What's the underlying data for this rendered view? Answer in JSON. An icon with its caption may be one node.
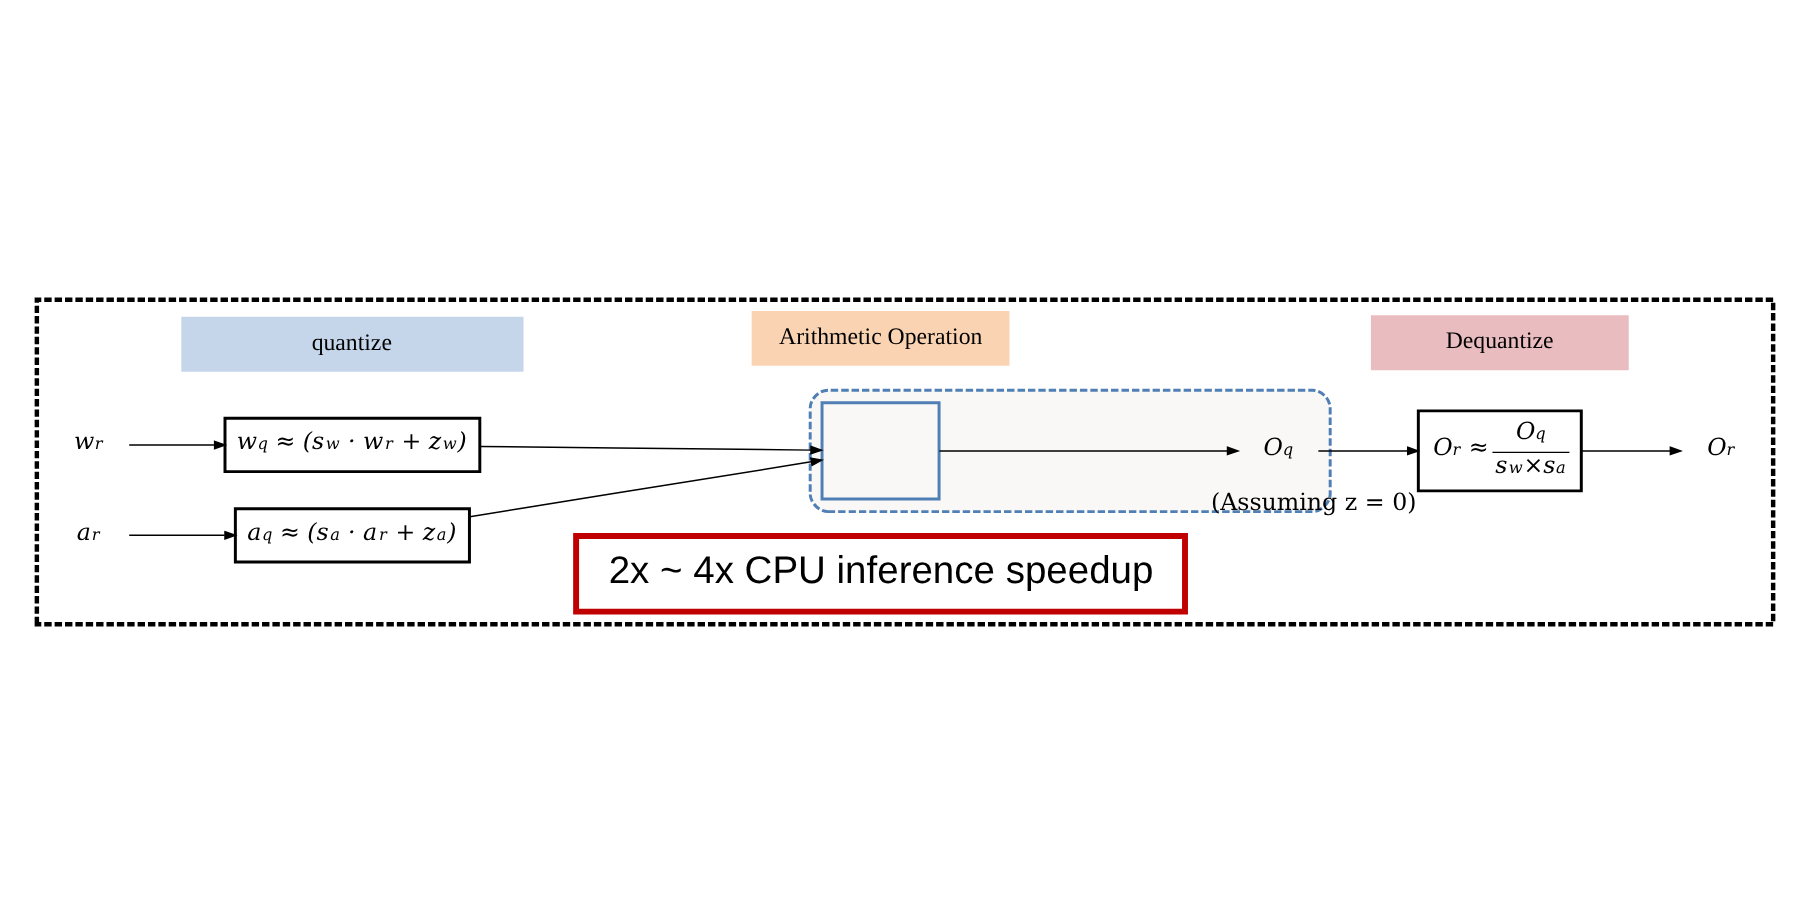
{
  "diagram": {
    "nodes": [
      {
        "text": [],
        "shape": "box"
      },
      {
        "text": [
          "quantize"
        ],
        "in": 0
      },
      {
        "text": [
          "Arithmetic Operation"
        ],
        "in": 0
      },
      {
        "text": [
          "Dequantize"
        ],
        "in": 0
      },
      {
        "text": [
          "w$_{r}$"
        ],
        "in": 0
      },
      {
        "text": [
          "w$_{q}$ ≈ (s$_{w}$ · w$_{r}$ + z$_{w}$)"
        ],
        "in": 0
      },
      {
        "text": [
          "a$_{r}$"
        ],
        "in": 0
      },
      {
        "text": [
          "a$_{q}$ ≈ (s$_{a}$ · a$_{r}$ + z$_{a}$)"
        ],
        "in": 0
      },
      {
        "text": [],
        "shape": "box",
        "in": 0
      },
      {
        "text": [],
        "shape": "box",
        "in": 8
      },
      {
        "text": [
          "O$_{q}$"
        ],
        "in": 8
      },
      {
        "text": [
          "O$_{r}$ ≈",
          "O$_{q}$",
          "s$_{w}$×s$_{a}$"
        ],
        "beside": [
          "(Assuming z = 0)"
        ],
        "in": 0
      },
      {
        "text": [
          "O$_{r}$"
        ],
        "in": 0
      },
      {
        "text": [
          "2x ~ 4x CPU inference speedup"
        ],
        "in": 0
      }
    ],
    "edges": [
      {
        "from": 4,
        "to": 5,
        "arrow": "to"
      },
      {
        "from": 6,
        "to": 7,
        "arrow": "to"
      },
      {
        "from": 5,
        "to": 9,
        "arrow": "to"
      },
      {
        "from": 7,
        "to": 9,
        "arrow": "to"
      },
      {
        "from": 9,
        "to": 10,
        "arrow": "to"
      },
      {
        "from": 10,
        "to": 11,
        "arrow": "to"
      },
      {
        "from": 11,
        "to": 12,
        "arrow": "to"
      }
    ]
  }
}
